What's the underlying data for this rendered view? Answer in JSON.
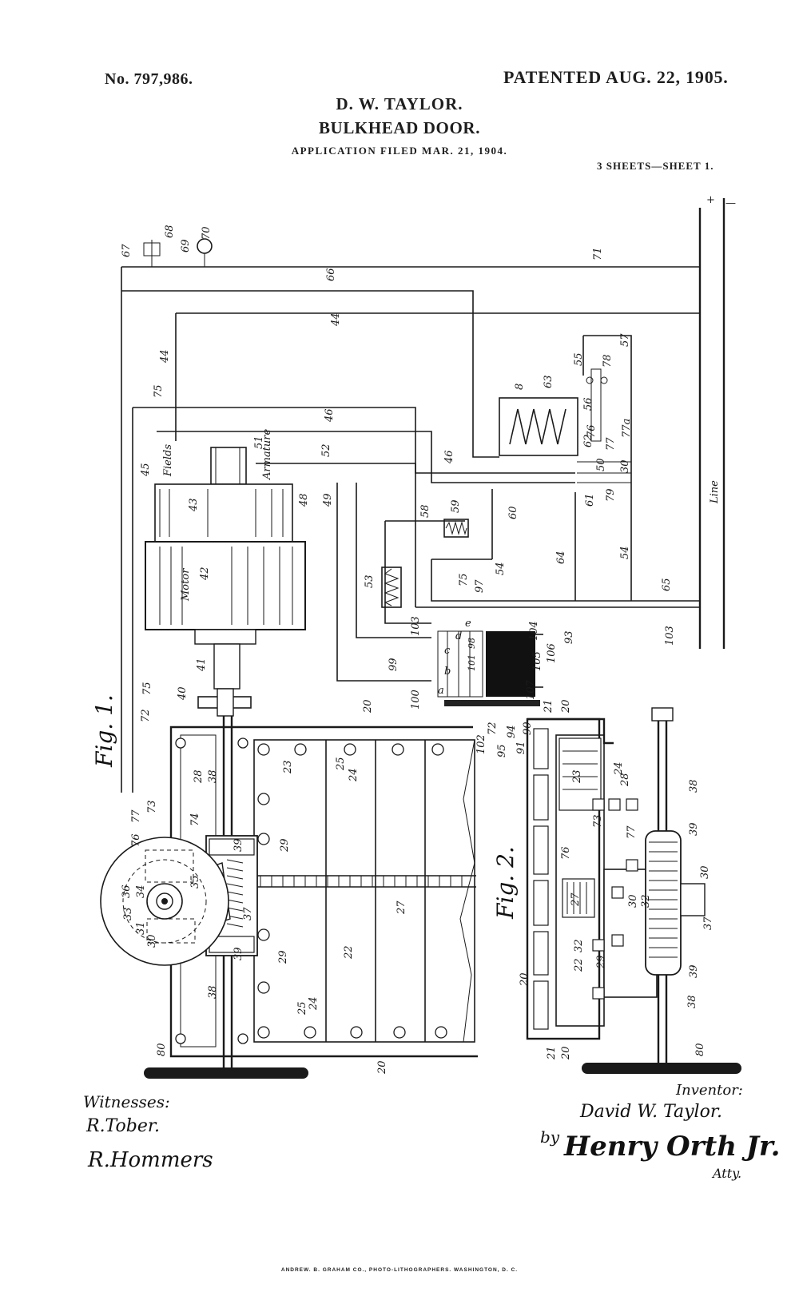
{
  "header": {
    "patent_number": "No. 797,986.",
    "patented_date": "PATENTED AUG. 22, 1905.",
    "inventor": "D. W. TAYLOR.",
    "title": "BULKHEAD DOOR.",
    "application_filed": "APPLICATION FILED MAR. 21, 1904.",
    "sheet": "3 SHEETS—SHEET 1."
  },
  "figures": {
    "fig1": "Fig. 1.",
    "fig2": "Fig. 2."
  },
  "labels": {
    "motor": "Motor",
    "fields": "Fields",
    "armature": "Armature",
    "line": "Line",
    "plus": "+",
    "minus": "—"
  },
  "reference_numerals": {
    "n20": "20",
    "n21": "21",
    "n22": "22",
    "n23": "23",
    "n24": "24",
    "n25": "25",
    "n27": "27",
    "n28": "28",
    "n29": "29",
    "n30": "30",
    "n31": "31",
    "n32": "32",
    "n33": "33",
    "n34": "34",
    "n35": "35",
    "n36": "36",
    "n37": "37",
    "n38": "38",
    "n39": "39",
    "n40": "40",
    "n41": "41",
    "n42": "42",
    "n43": "43",
    "n44": "44",
    "n45": "45",
    "n46": "46",
    "n48": "48",
    "n49": "49",
    "n50": "50",
    "n51": "51",
    "n52": "52",
    "n53": "53",
    "n54": "54",
    "n55": "55",
    "n56": "56",
    "n57": "57",
    "n58": "58",
    "n59": "59",
    "n60": "60",
    "n61": "61",
    "n62": "62",
    "n63": "63",
    "n64": "64",
    "n65": "65",
    "n66": "66",
    "n67": "67",
    "n68": "68",
    "n69": "69",
    "n70": "70",
    "n71": "71",
    "n72": "72",
    "n73": "73",
    "n74": "74",
    "n75": "75",
    "n76": "76",
    "n77": "77",
    "n77a": "77a",
    "n78": "78",
    "n79": "79",
    "n80": "80",
    "n8": "8",
    "n90": "90",
    "n91": "91",
    "n93": "93",
    "n94": "94",
    "n95": "95",
    "n97": "97",
    "n98": "98",
    "n99": "99",
    "n100": "100",
    "n101": "101",
    "n102": "102",
    "n103": "103",
    "n104": "104",
    "n105": "105",
    "n106": "106",
    "n107": "107",
    "la": "a",
    "lb": "b",
    "lc": "c",
    "ld": "d",
    "le": "e"
  },
  "signatures": {
    "witnesses_label": "Witnesses:",
    "witness_1": "R.Tober.",
    "witness_2": "R.Hommers",
    "inventor_label": "Inventor:",
    "inventor_signature": "David W. Taylor.",
    "by": "by",
    "attorney_signature": "Henry Orth Jr.",
    "attorney_label": "Atty."
  },
  "footer": {
    "lithographer": "ANDREW. B. GRAHAM CO., PHOTO-LITHOGRAPHERS. WASHINGTON, D. C."
  }
}
